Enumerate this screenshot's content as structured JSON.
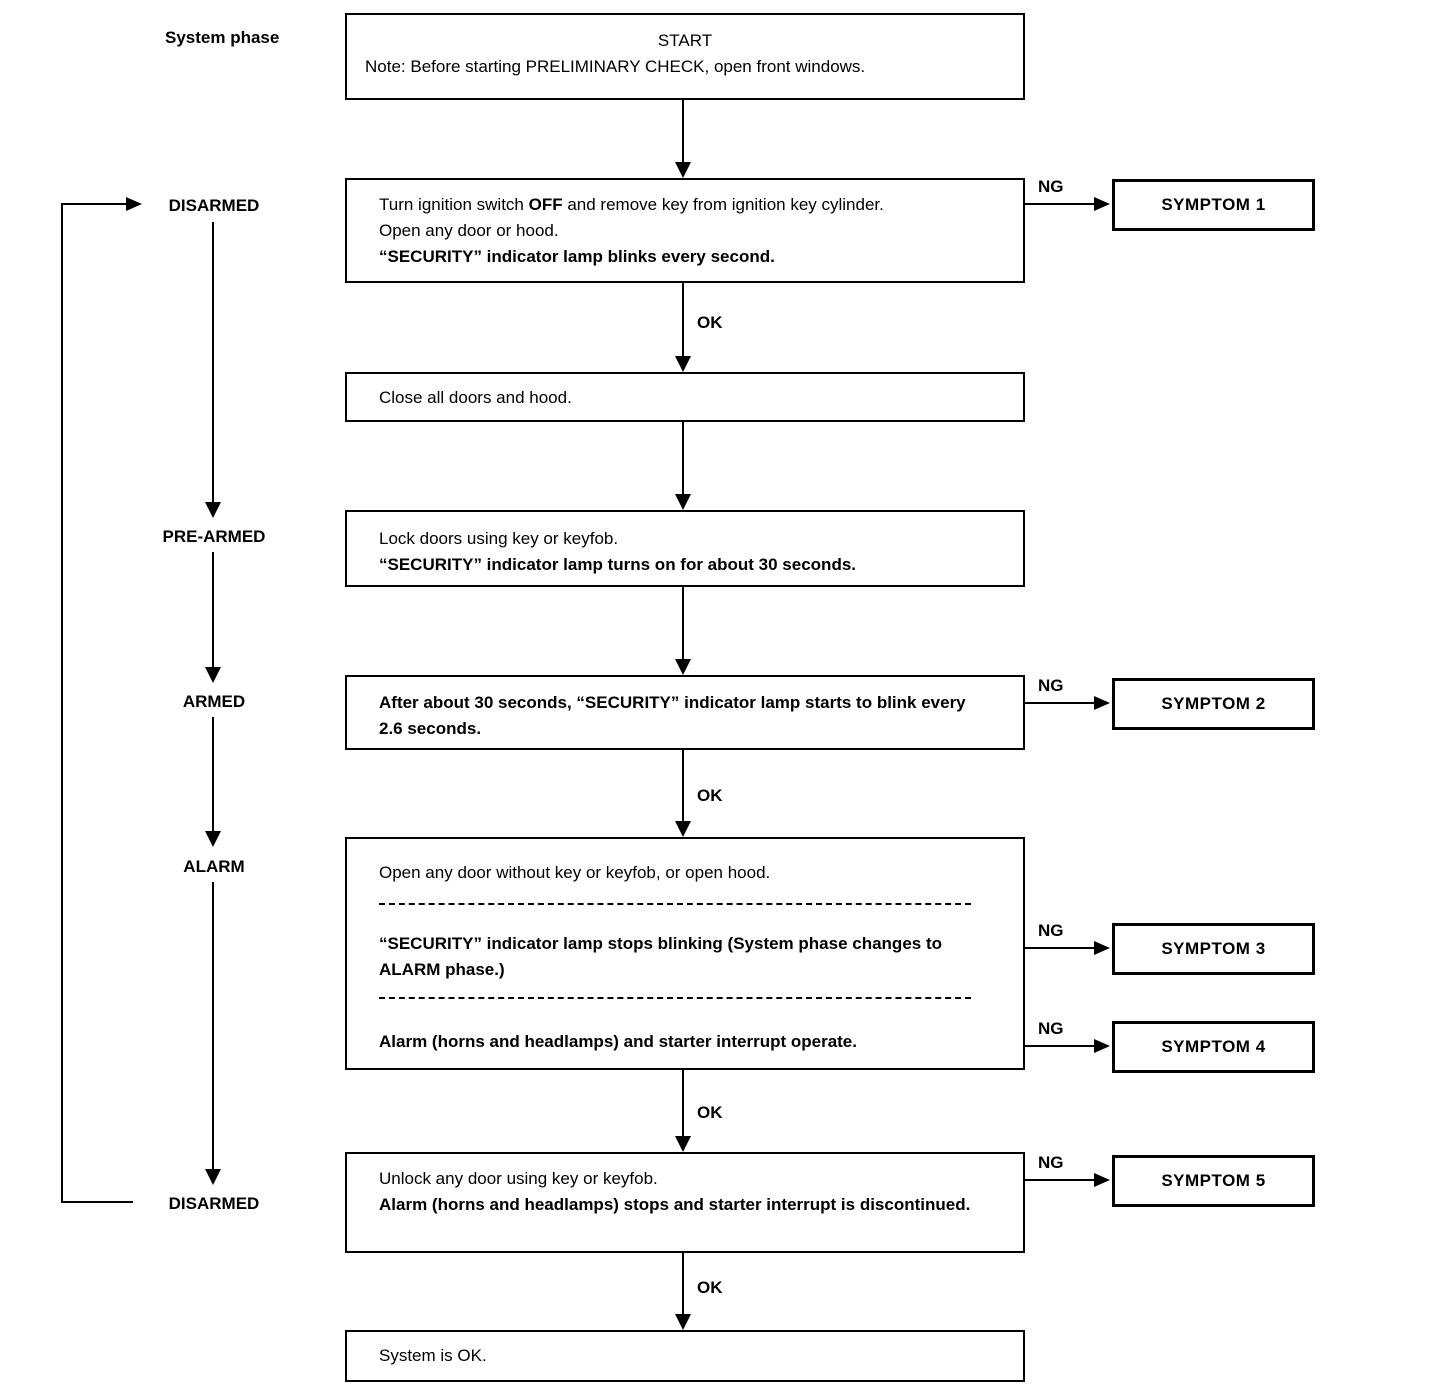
{
  "labels": {
    "system_phase": "System phase",
    "ok": "OK",
    "ng": "NG"
  },
  "phases": {
    "top": "DISARMED",
    "pre_armed": "PRE-ARMED",
    "armed": "ARMED",
    "alarm": "ALARM",
    "bottom": "DISARMED"
  },
  "flow": {
    "start": {
      "title": "START",
      "note": "Note: Before starting PRELIMINARY CHECK, open front windows."
    },
    "step1": {
      "l1a": "Turn ignition switch ",
      "l1b": "OFF",
      "l1c": " and remove key from ignition key cylinder.",
      "l2": "Open any door or hood.",
      "l3": "“SECURITY” indicator lamp blinks every second."
    },
    "step2": {
      "l1": "Close all doors and hood."
    },
    "step3": {
      "l1": "Lock doors using key or keyfob.",
      "l2": "“SECURITY” indicator lamp turns on for about 30 seconds."
    },
    "step4": {
      "l1": "After about 30 seconds, “SECURITY” indicator lamp starts to blink every 2.6 seconds."
    },
    "step5": {
      "l1": "Open any door without key or keyfob, or open hood.",
      "l2": "“SECURITY” indicator lamp stops blinking (System phase changes to ALARM phase.)",
      "l3": "Alarm (horns and headlamps) and starter interrupt operate."
    },
    "step6": {
      "l1": "Unlock any door using key or keyfob.",
      "l2": "Alarm (horns and headlamps) stops and starter interrupt is discontinued."
    },
    "end": {
      "l1": "System is OK."
    }
  },
  "symptoms": {
    "s1": "SYMPTOM 1",
    "s2": "SYMPTOM 2",
    "s3": "SYMPTOM 3",
    "s4": "SYMPTOM 4",
    "s5": "SYMPTOM 5"
  }
}
